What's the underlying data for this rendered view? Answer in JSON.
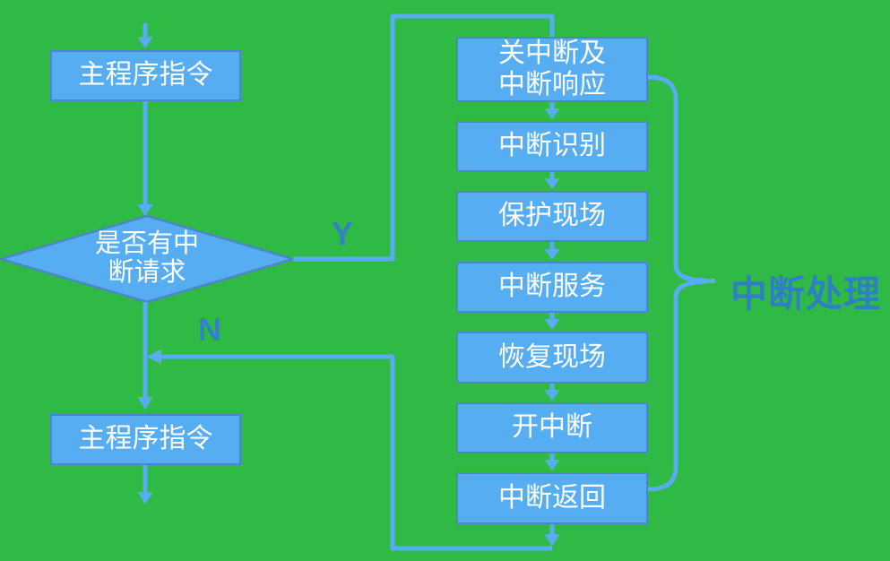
{
  "diagram": {
    "background_color": "#2FBA46",
    "node_fill": "#56ADF1",
    "node_border": "#4B87C8",
    "line_color": "#58ADF2",
    "label_color": "#3381C8",
    "brace_label_color": "#2E7FC3",
    "node_text_color": "#FFFFFF"
  },
  "nodes": {
    "main_top": {
      "label": "主程序指令"
    },
    "decision": {
      "line1": "是否有中",
      "line2": "断请求"
    },
    "main_bottom": {
      "label": "主程序指令"
    },
    "steps": [
      {
        "line1": "关中断及",
        "line2": "中断响应"
      },
      {
        "label": "中断识别"
      },
      {
        "label": "保护现场"
      },
      {
        "label": "中断服务"
      },
      {
        "label": "恢复现场"
      },
      {
        "label": "开中断"
      },
      {
        "label": "中断返回"
      }
    ]
  },
  "branch_labels": {
    "yes": "Y",
    "no": "N"
  },
  "brace": {
    "label": "中断处理"
  }
}
